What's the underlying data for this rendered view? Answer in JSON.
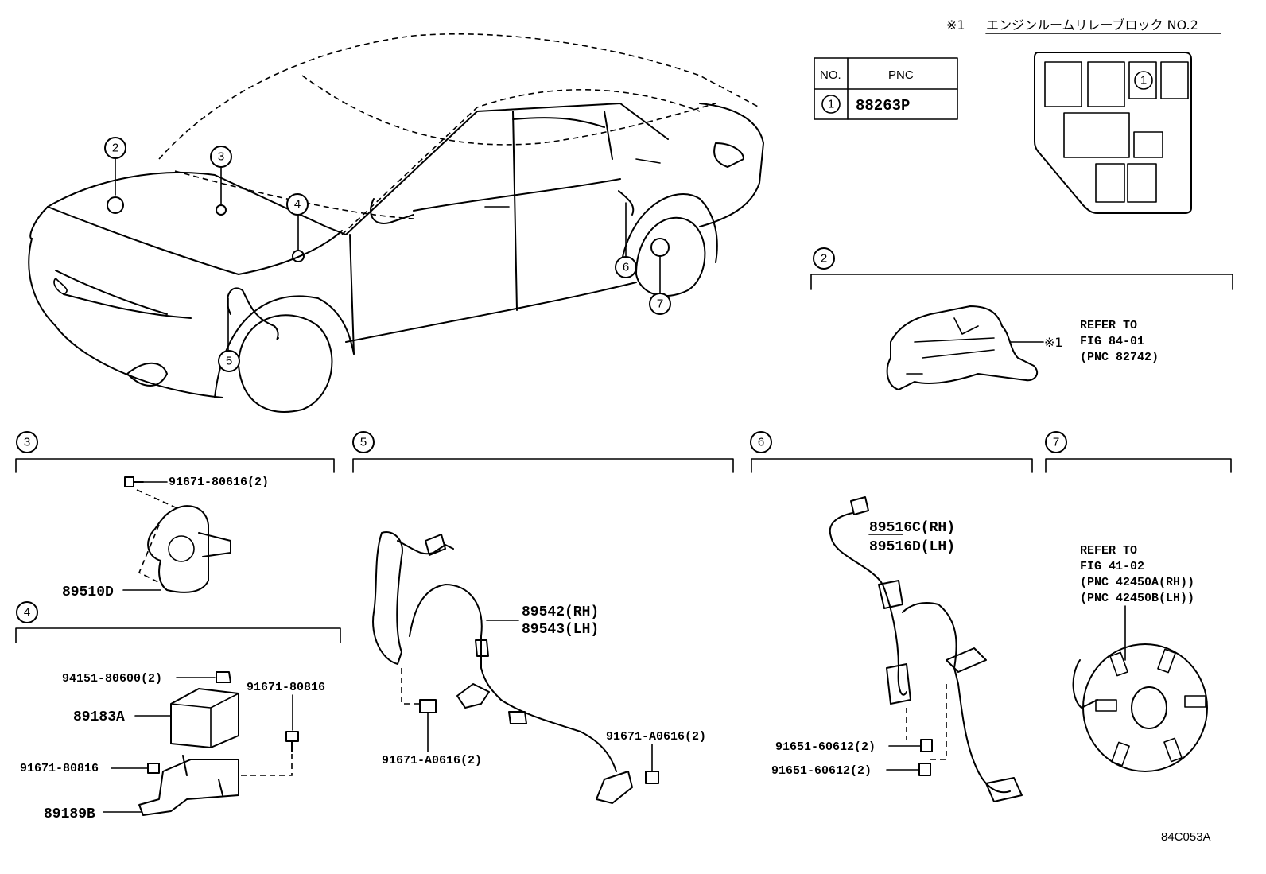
{
  "relay_block": {
    "title_mark": "※1",
    "title": "エンジンルームリレーブロック NO.2",
    "position_number": "1"
  },
  "pnc_table": {
    "col_no": "NO.",
    "col_pnc": "PNC",
    "rows": [
      {
        "no": "1",
        "pnc": "88263P"
      }
    ]
  },
  "car_callouts": [
    "2",
    "3",
    "4",
    "5",
    "6",
    "7"
  ],
  "section_2": {
    "number": "2",
    "mark": "※1",
    "refer_lines": [
      "REFER TO",
      "FIG 84-01",
      "(PNC 82742)"
    ]
  },
  "section_3": {
    "number": "3",
    "labels": {
      "bolt": "91671-80616(2)",
      "sensor": "89510D"
    }
  },
  "section_4": {
    "number": "4",
    "labels": {
      "nut": "94151-80600(2)",
      "bolt_right": "91671-80816",
      "module": "89183A",
      "bolt_left": "91671-80816",
      "bracket": "89189B"
    }
  },
  "section_5": {
    "number": "5",
    "labels": {
      "sensor_rh": "89542(RH)",
      "sensor_lh": "89543(LH)",
      "bolt_left": "91671-A0616(2)",
      "bolt_right": "91671-A0616(2)"
    }
  },
  "section_6": {
    "number": "6",
    "labels": {
      "sensor_rh": "89516C(RH)",
      "sensor_lh": "89516D(LH)",
      "bolt_a": "91651-60612(2)",
      "bolt_b": "91651-60612(2)"
    }
  },
  "section_7": {
    "number": "7",
    "refer_lines": [
      "REFER TO",
      "FIG 41-02",
      "(PNC 42450A(RH))",
      "(PNC 42450B(LH))"
    ]
  },
  "figure_code": "84C053A"
}
